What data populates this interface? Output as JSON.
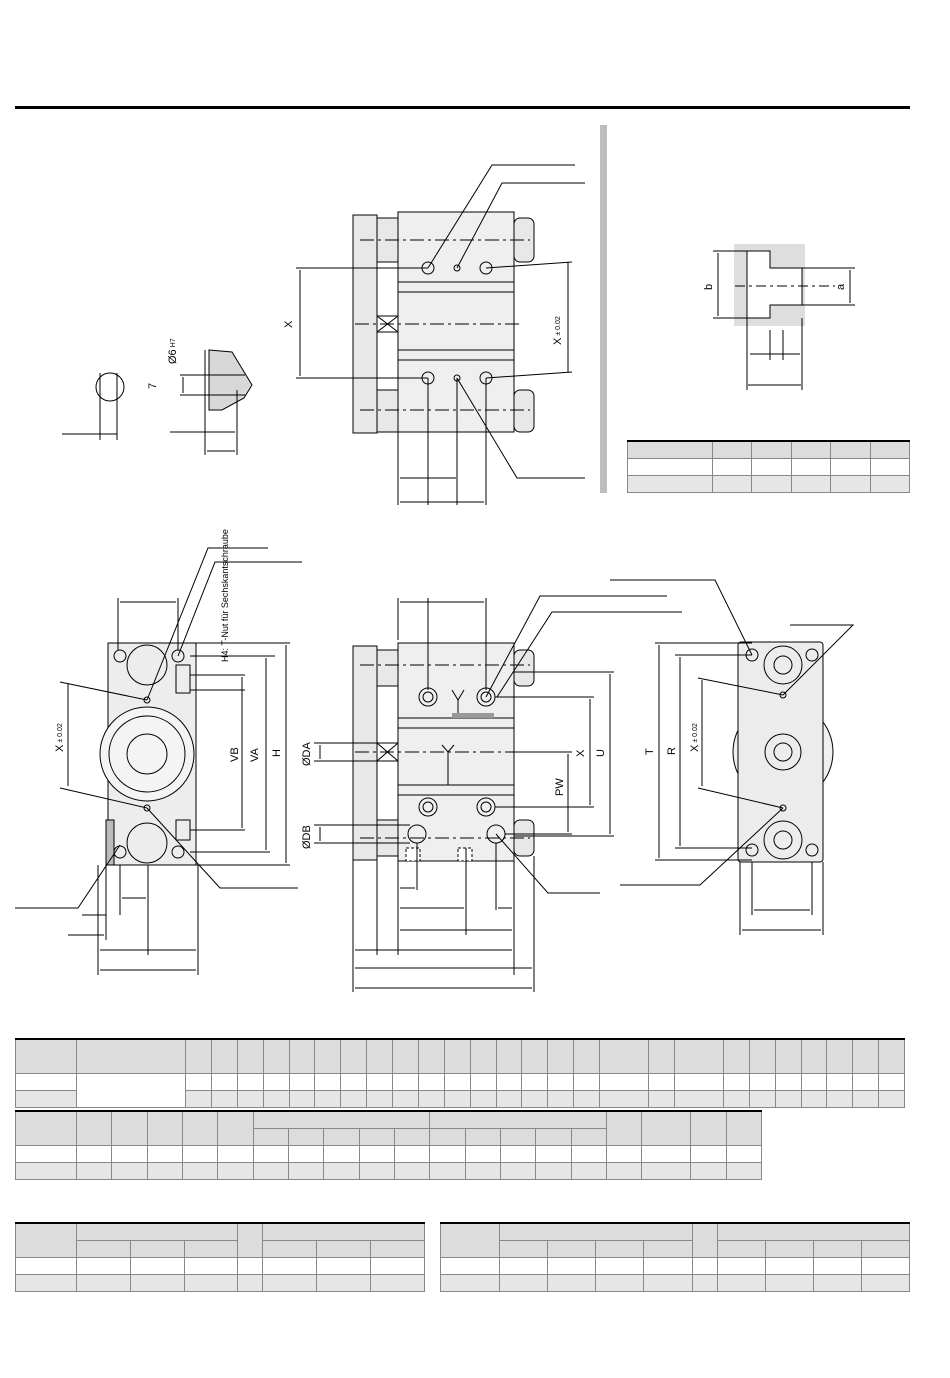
{
  "labels": {
    "x_upper": "X",
    "x_tol_upper": "X",
    "tol_upper": "± 0.02",
    "phi6": "Ø6",
    "h7": "H7",
    "seven": "7",
    "b": "b",
    "a": "a",
    "t_nut": "H4: T-Nut für Sechskantschraube",
    "x_left": "X",
    "tol_left": "± 0.02",
    "vb": "VB",
    "va": "VA",
    "h": "H",
    "oda": "ØDA",
    "odb": "ØDB",
    "pw": "PW",
    "x_mid": "X",
    "u": "U",
    "t": "T",
    "r": "R",
    "x_right": "X",
    "tol_right": "± 0.02"
  }
}
